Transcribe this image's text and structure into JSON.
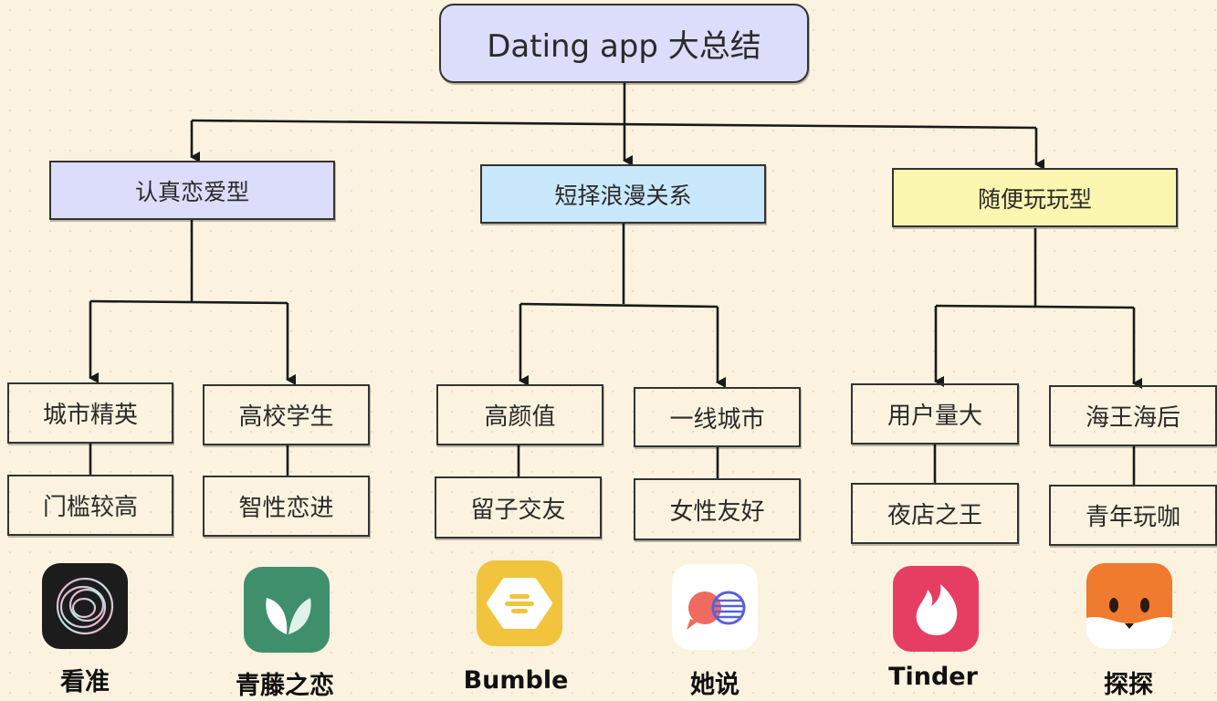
{
  "root": {
    "title": "Dating app 大总结"
  },
  "categories": [
    {
      "label": "认真恋爱型",
      "color": "#dcdcfb",
      "features": [
        {
          "top": "城市精英",
          "bottom": "门槛较高"
        },
        {
          "top": "高校学生",
          "bottom": "智性恋进"
        }
      ],
      "apps": [
        {
          "name": "看准",
          "icon": "kanzhun-rings-icon"
        },
        {
          "name": "青藤之恋",
          "icon": "qingteng-leaf-icon"
        }
      ]
    },
    {
      "label": "短择浪漫关系",
      "color": "#c9e8fc",
      "features": [
        {
          "top": "高颜值",
          "bottom": "留子交友"
        },
        {
          "top": "一线城市",
          "bottom": "女性友好"
        }
      ],
      "apps": [
        {
          "name": "Bumble",
          "icon": "bumble-hexagon-icon"
        },
        {
          "name": "她说",
          "icon": "tashuo-bubble-icon"
        }
      ]
    },
    {
      "label": "随便玩玩型",
      "color": "#fbf6b0",
      "features": [
        {
          "top": "用户量大",
          "bottom": "夜店之王"
        },
        {
          "top": "海王海后",
          "bottom": "青年玩咖"
        }
      ],
      "apps": [
        {
          "name": "Tinder",
          "icon": "tinder-flame-icon"
        },
        {
          "name": "探探",
          "icon": "tantan-fox-icon"
        }
      ]
    }
  ],
  "colors": {
    "background": "#fbf3df",
    "line": "#1a1a1a",
    "kanzhun": "#1c1c1c",
    "qingteng": "#3f8f6d",
    "bumble": "#f2c43d",
    "tinder": "#e63e63",
    "tantan": "#f07a2d"
  }
}
